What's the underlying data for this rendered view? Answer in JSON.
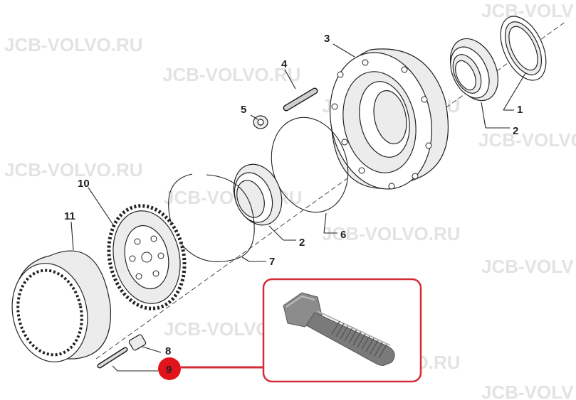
{
  "watermark_text": "JCB-VOLVO.RU",
  "watermark_text_cut": "JCB-VOLV",
  "callouts": [
    {
      "label": "1"
    },
    {
      "label": "2"
    },
    {
      "label": "3"
    },
    {
      "label": "4"
    },
    {
      "label": "5"
    },
    {
      "label": "10"
    },
    {
      "label": "11"
    },
    {
      "label": "2"
    },
    {
      "label": "6"
    },
    {
      "label": "7"
    },
    {
      "label": "8"
    },
    {
      "label": "9"
    }
  ],
  "highlight": {
    "part_label": "9",
    "callout_color": "#e0141a",
    "frame_color": "#d62a36"
  }
}
